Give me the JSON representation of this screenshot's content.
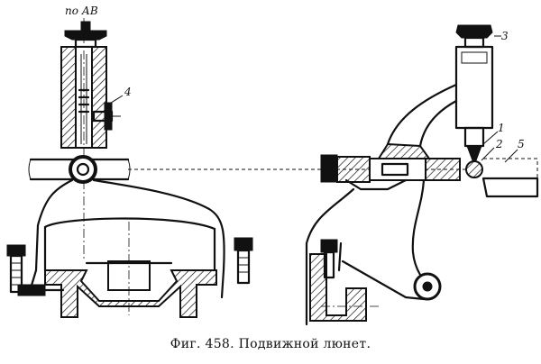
{
  "figure": {
    "caption": "Фиг. 458. Подвижной люнет.",
    "labels": {
      "top_note": "по АВ",
      "l1": "1",
      "l2": "2",
      "l3": "3",
      "l4": "4",
      "l5": "5"
    }
  }
}
